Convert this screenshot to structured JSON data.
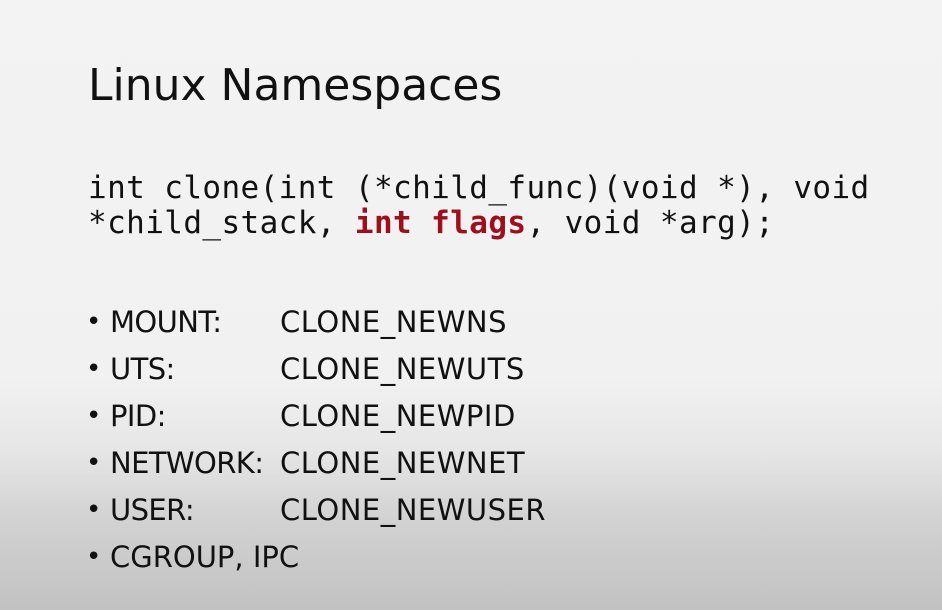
{
  "slide": {
    "title": "Linux Namespaces",
    "code": {
      "line1": "int clone(int (*child_func)(void *), void",
      "line2_before": "*child_stack, ",
      "line2_highlight": "int flags",
      "line2_after": ", void *arg);",
      "highlight_color": "#a00e1c"
    },
    "bullet_glyph": "•",
    "bullets": [
      {
        "name": "MOUNT:",
        "flag": "CLONE_NEWNS"
      },
      {
        "name": "UTS:",
        "flag": "CLONE_NEWUTS"
      },
      {
        "name": "PID:",
        "flag": "CLONE_NEWPID"
      },
      {
        "name": "NETWORK:",
        "flag": "CLONE_NEWNET"
      },
      {
        "name": "USER:",
        "flag": "CLONE_NEWUSER"
      },
      {
        "name": "CGROUP, IPC",
        "flag": ""
      }
    ]
  }
}
